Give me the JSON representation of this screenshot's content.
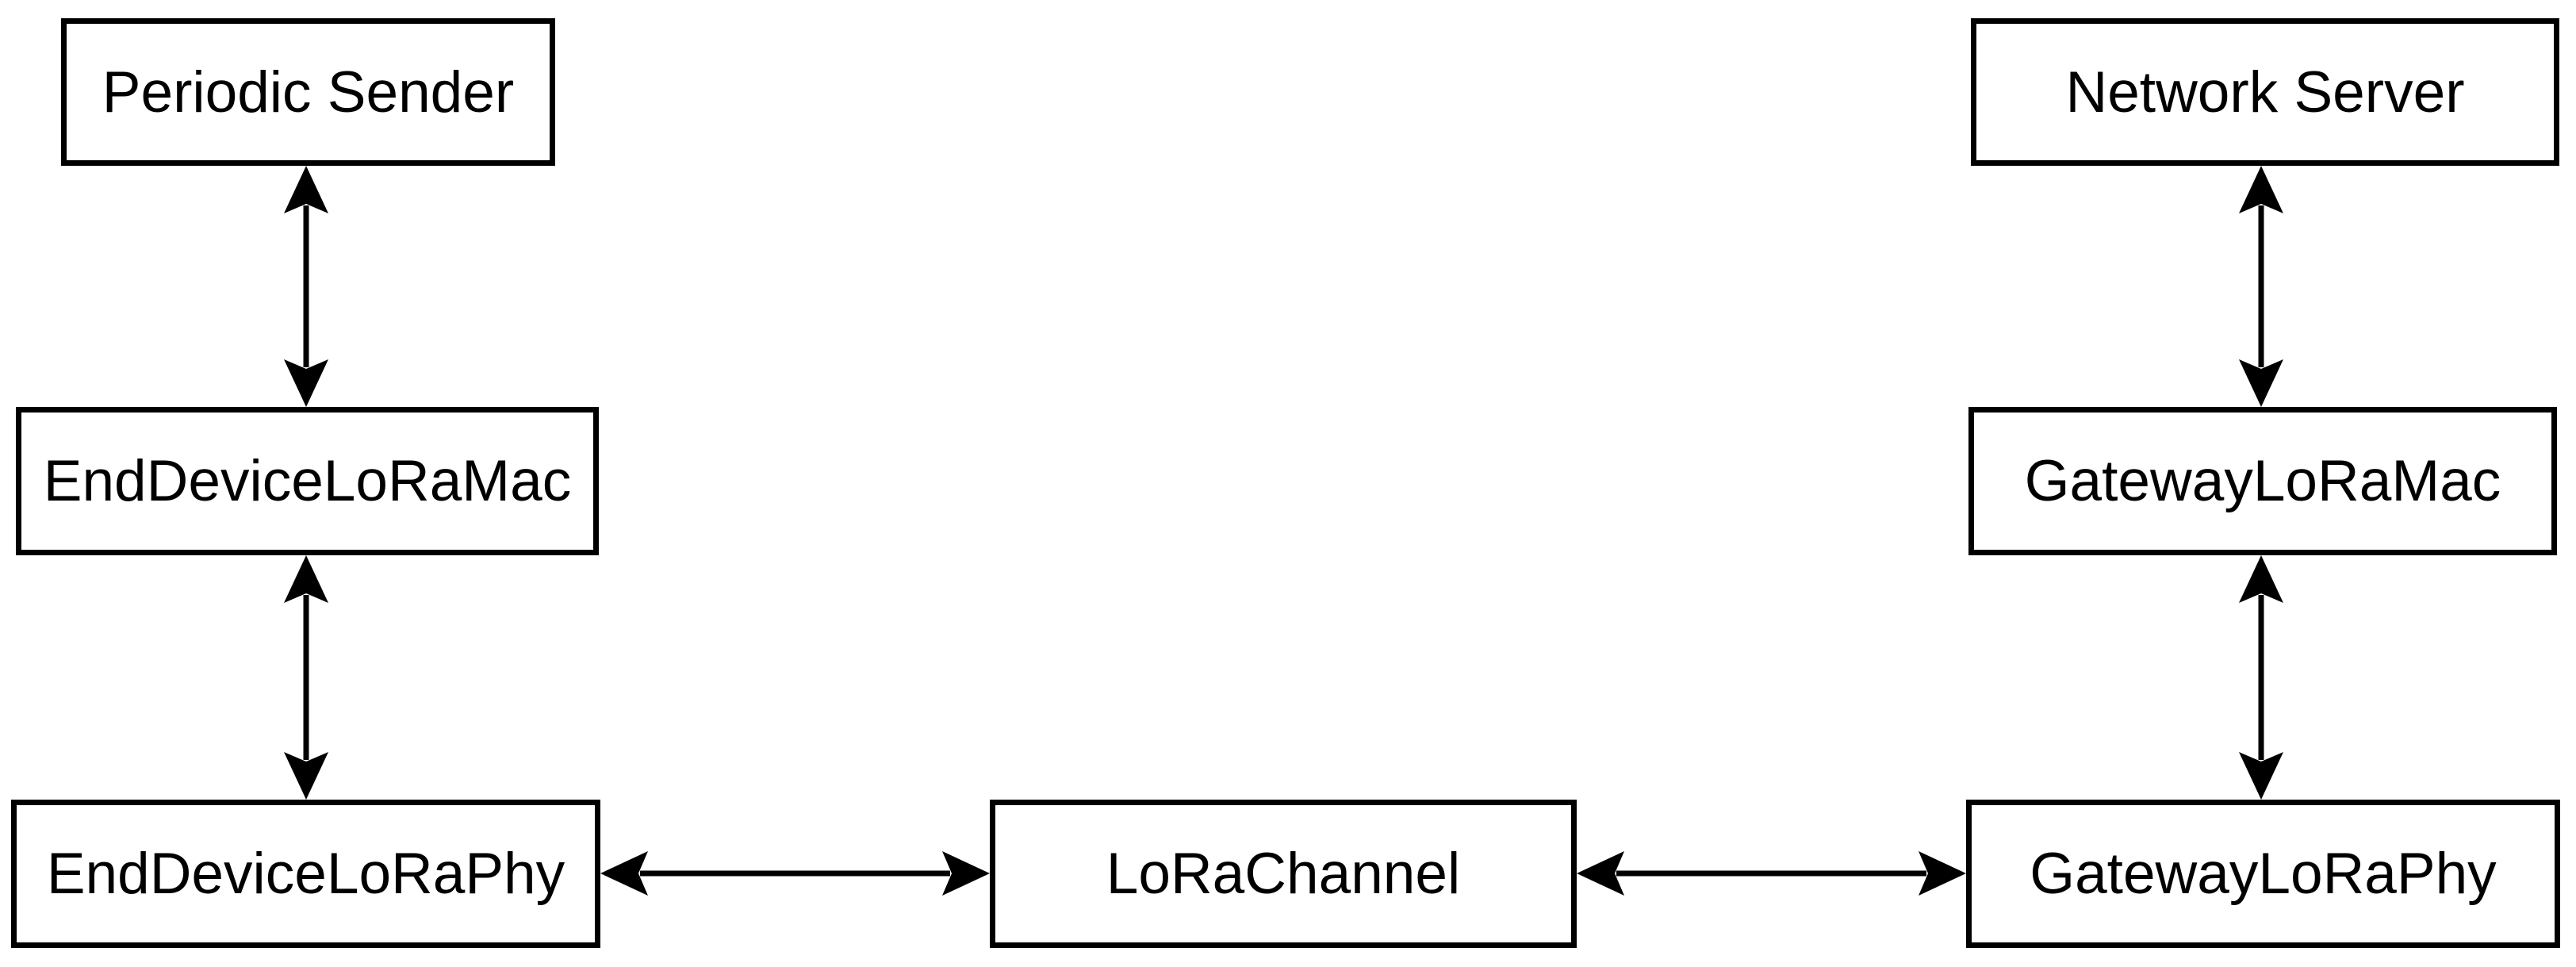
{
  "diagram": {
    "background_color": "#ffffff",
    "line_color": "#000000",
    "box_fill_color": "#ffffff",
    "nodes": [
      {
        "id": "periodic-sender",
        "label": "Periodic Sender"
      },
      {
        "id": "end-device-lora-mac",
        "label": "EndDeviceLoRaMac"
      },
      {
        "id": "end-device-lora-phy",
        "label": "EndDeviceLoRaPhy"
      },
      {
        "id": "lora-channel",
        "label": "LoRaChannel"
      },
      {
        "id": "network-server",
        "label": "Network Server"
      },
      {
        "id": "gateway-lora-mac",
        "label": "GatewayLoRaMac"
      },
      {
        "id": "gateway-lora-phy",
        "label": "GatewayLoRaPhy"
      }
    ],
    "edges": [
      {
        "from": "Periodic Sender",
        "to": "EndDeviceLoRaMac",
        "type": "bidirectional-arrow",
        "orientation": "vertical"
      },
      {
        "from": "EndDeviceLoRaMac",
        "to": "EndDeviceLoRaPhy",
        "type": "bidirectional-arrow",
        "orientation": "vertical"
      },
      {
        "from": "EndDeviceLoRaPhy",
        "to": "LoRaChannel",
        "type": "bidirectional-arrow",
        "orientation": "horizontal"
      },
      {
        "from": "LoRaChannel",
        "to": "GatewayLoRaPhy",
        "type": "bidirectional-arrow",
        "orientation": "horizontal"
      },
      {
        "from": "GatewayLoRaPhy",
        "to": "GatewayLoRaMac",
        "type": "bidirectional-arrow",
        "orientation": "vertical"
      },
      {
        "from": "GatewayLoRaMac",
        "to": "Network Server",
        "type": "bidirectional-arrow",
        "orientation": "vertical"
      }
    ]
  }
}
